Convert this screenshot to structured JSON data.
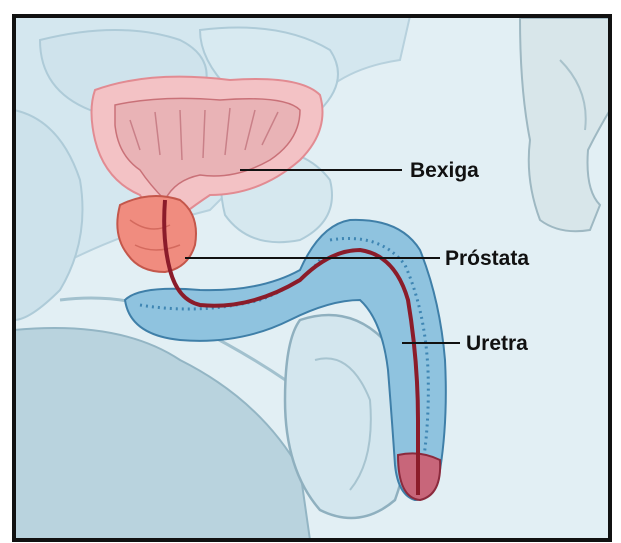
{
  "labels": {
    "bladder": "Bexiga",
    "prostate": "Próstata",
    "urethra": "Uretra"
  },
  "colors": {
    "background": "#dfeef3",
    "frame": "#111111",
    "bladder_wall": "#f3c2c5",
    "bladder_lumen": "#e9b3b6",
    "prostate": "#f08c7f",
    "urethra": "#8b1c2a",
    "penis_tissue": "#8fc3df",
    "leader_lines": "#111111"
  },
  "icons": [
    "bladder-shape",
    "prostate-shape",
    "urethra-path",
    "penis-shape",
    "testicle-shape",
    "hand-silhouette"
  ]
}
